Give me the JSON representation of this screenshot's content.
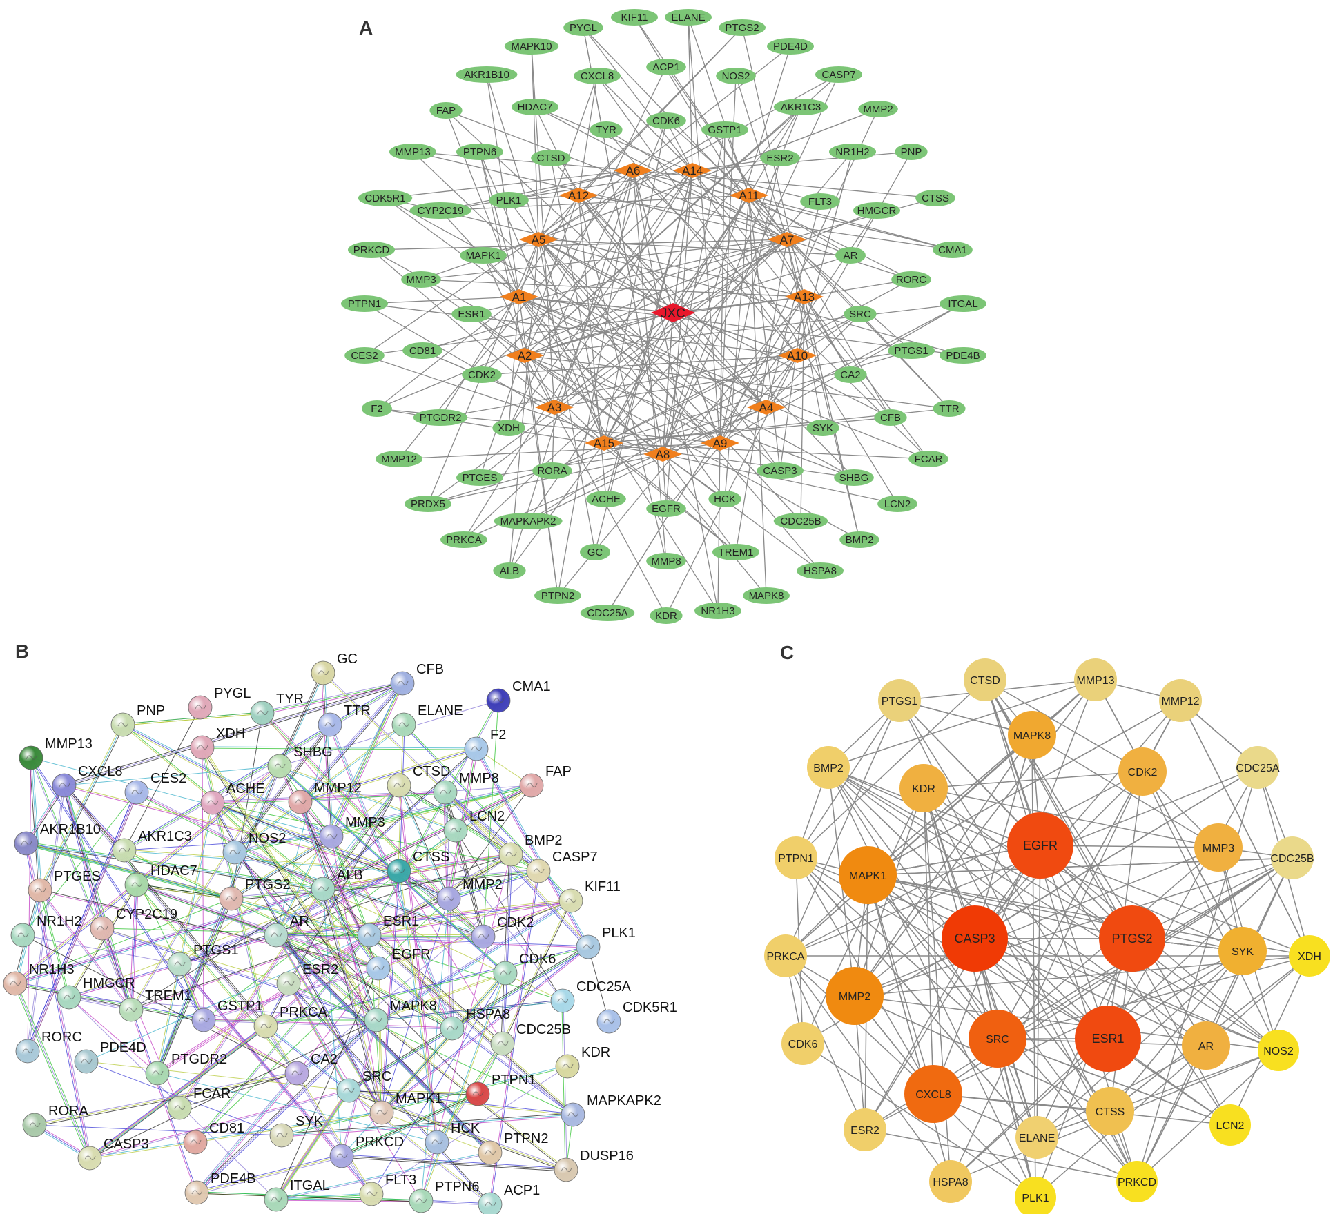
{
  "panels": {
    "A": {
      "label": "A",
      "center": {
        "label": "JXC",
        "color": "#e8182c"
      },
      "compounds": {
        "color": "#f07f1d",
        "items": [
          "A6",
          "A14",
          "A12",
          "A11",
          "A5",
          "A7",
          "A1",
          "A13",
          "A2",
          "A10",
          "A3",
          "A4",
          "A15",
          "A8",
          "A9"
        ]
      },
      "targets": {
        "color": "#7cc576",
        "items": [
          "PYGL",
          "KIF11",
          "ELANE",
          "PTGS2",
          "MAPK10",
          "PDE4D",
          "AKR1B10",
          "ACP1",
          "CXCL8",
          "NOS2",
          "CASP7",
          "FAP",
          "HDAC7",
          "CDK6",
          "AKR1C3",
          "MMP2",
          "TYR",
          "GSTP1",
          "MMP13",
          "PTPN6",
          "CTSD",
          "ESR2",
          "NR1H2",
          "PNP",
          "CDK5R1",
          "CYP2C19",
          "PLK1",
          "FLT3",
          "HMGCR",
          "CTSS",
          "PRKCD",
          "MAPK1",
          "AR",
          "CMA1",
          "MMP3",
          "RORC",
          "PTPN1",
          "ESR1",
          "SRC",
          "ITGAL",
          "CES2",
          "CD81",
          "PTGS1",
          "PDE4B",
          "CDK2",
          "CA2",
          "F2",
          "PTGDR2",
          "TTR",
          "CFB",
          "XDH",
          "SYK",
          "MMP12",
          "FCAR",
          "PTGES",
          "RORA",
          "CASP3",
          "SHBG",
          "PRDX5",
          "ACHE",
          "HCK",
          "LCN2",
          "MAPKAPK2",
          "EGFR",
          "CDC25B",
          "PRKCA",
          "BMP2",
          "GC",
          "TREM1",
          "ALB",
          "MMP8",
          "HSPA8",
          "PTPN2",
          "MAPK8",
          "CDC25A",
          "KDR",
          "NR1H3"
        ]
      }
    },
    "B": {
      "label": "B",
      "edge_colors": [
        "#2ec22e",
        "#3b3bd6",
        "#c23bc2",
        "#1f1f1f",
        "#b7c93a",
        "#3bb0c9",
        "#8a7ad6"
      ],
      "nodes": [
        {
          "name": "GC",
          "color": "#d8d6a4"
        },
        {
          "name": "CFB",
          "color": "#9fb0e0"
        },
        {
          "name": "CMA1",
          "color": "#3f3fb8"
        },
        {
          "name": "PYGL",
          "color": "#e0a8b8"
        },
        {
          "name": "TYR",
          "color": "#9fd0c0"
        },
        {
          "name": "PNP",
          "color": "#c8dcb0"
        },
        {
          "name": "TTR",
          "color": "#a8b8e8"
        },
        {
          "name": "ELANE",
          "color": "#a8d8b8"
        },
        {
          "name": "XDH",
          "color": "#e0a8b8"
        },
        {
          "name": "MMP13",
          "color": "#3a8a3a"
        },
        {
          "name": "F2",
          "color": "#a8c8e8"
        },
        {
          "name": "SHBG",
          "color": "#b8dcb0"
        },
        {
          "name": "CXCL8",
          "color": "#8a8ad8"
        },
        {
          "name": "CES2",
          "color": "#a8b8e8"
        },
        {
          "name": "FAP",
          "color": "#e0a8a8"
        },
        {
          "name": "CTSD",
          "color": "#d8dcb0"
        },
        {
          "name": "MMP8",
          "color": "#a8d8c0"
        },
        {
          "name": "ACHE",
          "color": "#e0a8c0"
        },
        {
          "name": "MMP12",
          "color": "#e0a8a8"
        },
        {
          "name": "LCN2",
          "color": "#a8d8c0"
        },
        {
          "name": "AKR1B10",
          "color": "#8a8ac8"
        },
        {
          "name": "AKR1C3",
          "color": "#c8dcb0"
        },
        {
          "name": "NOS2",
          "color": "#a8c8e0"
        },
        {
          "name": "MMP3",
          "color": "#a8a8e0"
        },
        {
          "name": "BMP2",
          "color": "#d8dcb0"
        },
        {
          "name": "CTSS",
          "color": "#3aa8a8"
        },
        {
          "name": "CASP7",
          "color": "#e0d8b0"
        },
        {
          "name": "PTGES",
          "color": "#e0b8a8"
        },
        {
          "name": "HDAC7",
          "color": "#a8d8a8"
        },
        {
          "name": "PTGS2",
          "color": "#e0b8b0"
        },
        {
          "name": "ALB",
          "color": "#a8d8c8"
        },
        {
          "name": "MMP2",
          "color": "#a8a8e0"
        },
        {
          "name": "KIF11",
          "color": "#d8dcb0"
        },
        {
          "name": "NR1H2",
          "color": "#a8d8c0"
        },
        {
          "name": "CYP2C19",
          "color": "#e0b8b0"
        },
        {
          "name": "AR",
          "color": "#b8dcd0"
        },
        {
          "name": "ESR1",
          "color": "#a8c8e0"
        },
        {
          "name": "CDK2",
          "color": "#a8a8e0"
        },
        {
          "name": "PLK1",
          "color": "#a8c8e0"
        },
        {
          "name": "NR1H3",
          "color": "#e0b8a8"
        },
        {
          "name": "PTGS1",
          "color": "#b8dcc8"
        },
        {
          "name": "EGFR",
          "color": "#a8c8e8"
        },
        {
          "name": "CDK6",
          "color": "#a8d8c0"
        },
        {
          "name": "HMGCR",
          "color": "#a8d8c0"
        },
        {
          "name": "ESR2",
          "color": "#c8dcc0"
        },
        {
          "name": "CDC25A",
          "color": "#a8d8e8"
        },
        {
          "name": "TREM1",
          "color": "#b8dcb8"
        },
        {
          "name": "GSTP1",
          "color": "#a8a8e0"
        },
        {
          "name": "MAPK8",
          "color": "#a8d8c8"
        },
        {
          "name": "HSPA8",
          "color": "#a8d8c8"
        },
        {
          "name": "CDK5R1",
          "color": "#a8c0e8"
        },
        {
          "name": "PRKCA",
          "color": "#d8dcb0"
        },
        {
          "name": "CDC25B",
          "color": "#c8dcc0"
        },
        {
          "name": "RORC",
          "color": "#a8c8d8"
        },
        {
          "name": "PDE4D",
          "color": "#a8c8d0"
        },
        {
          "name": "PTGDR2",
          "color": "#a8d8b0"
        },
        {
          "name": "CA2",
          "color": "#b8a8e0"
        },
        {
          "name": "KDR",
          "color": "#d8d8a0"
        },
        {
          "name": "SRC",
          "color": "#a8d8d8"
        },
        {
          "name": "PTPN1",
          "color": "#d84848"
        },
        {
          "name": "FCAR",
          "color": "#c8dcb0"
        },
        {
          "name": "MAPK1",
          "color": "#e0c8b8"
        },
        {
          "name": "MAPKAPK2",
          "color": "#a8b8e0"
        },
        {
          "name": "RORA",
          "color": "#a8c8a8"
        },
        {
          "name": "CD81",
          "color": "#e0a8a0"
        },
        {
          "name": "SYK",
          "color": "#d8d8b8"
        },
        {
          "name": "HCK",
          "color": "#a8c0e0"
        },
        {
          "name": "PTPN2",
          "color": "#e0c8a8"
        },
        {
          "name": "CASP3",
          "color": "#d8dcb0"
        },
        {
          "name": "PRKCD",
          "color": "#a8a8e0"
        },
        {
          "name": "DUSP16",
          "color": "#d8c8b0"
        },
        {
          "name": "PDE4B",
          "color": "#e0c8b0"
        },
        {
          "name": "ITGAL",
          "color": "#a8d8b8"
        },
        {
          "name": "FLT3",
          "color": "#d8dcb0"
        },
        {
          "name": "PTPN6",
          "color": "#a8d8b8"
        },
        {
          "name": "ACP1",
          "color": "#a8d8d0"
        }
      ]
    },
    "C": {
      "label": "C",
      "nodes": [
        {
          "name": "CTSD",
          "rank": "outer",
          "color": "#ead17a"
        },
        {
          "name": "MMP13",
          "rank": "outer",
          "color": "#ead17a"
        },
        {
          "name": "PTGS1",
          "rank": "outer",
          "color": "#ead17a"
        },
        {
          "name": "MMP12",
          "rank": "outer",
          "color": "#ead17a"
        },
        {
          "name": "MAPK8",
          "rank": "mid",
          "color": "#f0a830"
        },
        {
          "name": "BMP2",
          "rank": "outer",
          "color": "#f0cf6a"
        },
        {
          "name": "KDR",
          "rank": "mid",
          "color": "#f0b040"
        },
        {
          "name": "CDK2",
          "rank": "mid",
          "color": "#f0b040"
        },
        {
          "name": "CDC25A",
          "rank": "outer",
          "color": "#ead98a"
        },
        {
          "name": "EGFR",
          "rank": "top",
          "color": "#f04a10"
        },
        {
          "name": "PTPN1",
          "rank": "outer",
          "color": "#f0cf6a"
        },
        {
          "name": "MMP3",
          "rank": "mid",
          "color": "#f0b040"
        },
        {
          "name": "CDC25B",
          "rank": "outer",
          "color": "#ead98a"
        },
        {
          "name": "MAPK1",
          "rank": "high",
          "color": "#f08a10"
        },
        {
          "name": "CASP3",
          "rank": "top",
          "color": "#f03a05"
        },
        {
          "name": "PTGS2",
          "rank": "top",
          "color": "#f04a10"
        },
        {
          "name": "PRKCA",
          "rank": "outer",
          "color": "#f0cf6a"
        },
        {
          "name": "SYK",
          "rank": "mid",
          "color": "#f0b030"
        },
        {
          "name": "XDH",
          "rank": "low",
          "color": "#f8e020"
        },
        {
          "name": "MMP2",
          "rank": "high",
          "color": "#f08a10"
        },
        {
          "name": "CDK6",
          "rank": "outer",
          "color": "#f0cf6a"
        },
        {
          "name": "SRC",
          "rank": "high",
          "color": "#f06010"
        },
        {
          "name": "ESR1",
          "rank": "top",
          "color": "#f04a10"
        },
        {
          "name": "AR",
          "rank": "mid",
          "color": "#f0b040"
        },
        {
          "name": "NOS2",
          "rank": "low",
          "color": "#f8e020"
        },
        {
          "name": "CXCL8",
          "rank": "high",
          "color": "#f06a10"
        },
        {
          "name": "ESR2",
          "rank": "outer",
          "color": "#f0cf6a"
        },
        {
          "name": "ELANE",
          "rank": "outer",
          "color": "#f0d070"
        },
        {
          "name": "CTSS",
          "rank": "mid",
          "color": "#f0c050"
        },
        {
          "name": "LCN2",
          "rank": "low",
          "color": "#f8e020"
        },
        {
          "name": "HSPA8",
          "rank": "outer",
          "color": "#f0c860"
        },
        {
          "name": "PLK1",
          "rank": "low",
          "color": "#f8e020"
        },
        {
          "name": "PRKCD",
          "rank": "low",
          "color": "#f8e020"
        }
      ]
    }
  }
}
